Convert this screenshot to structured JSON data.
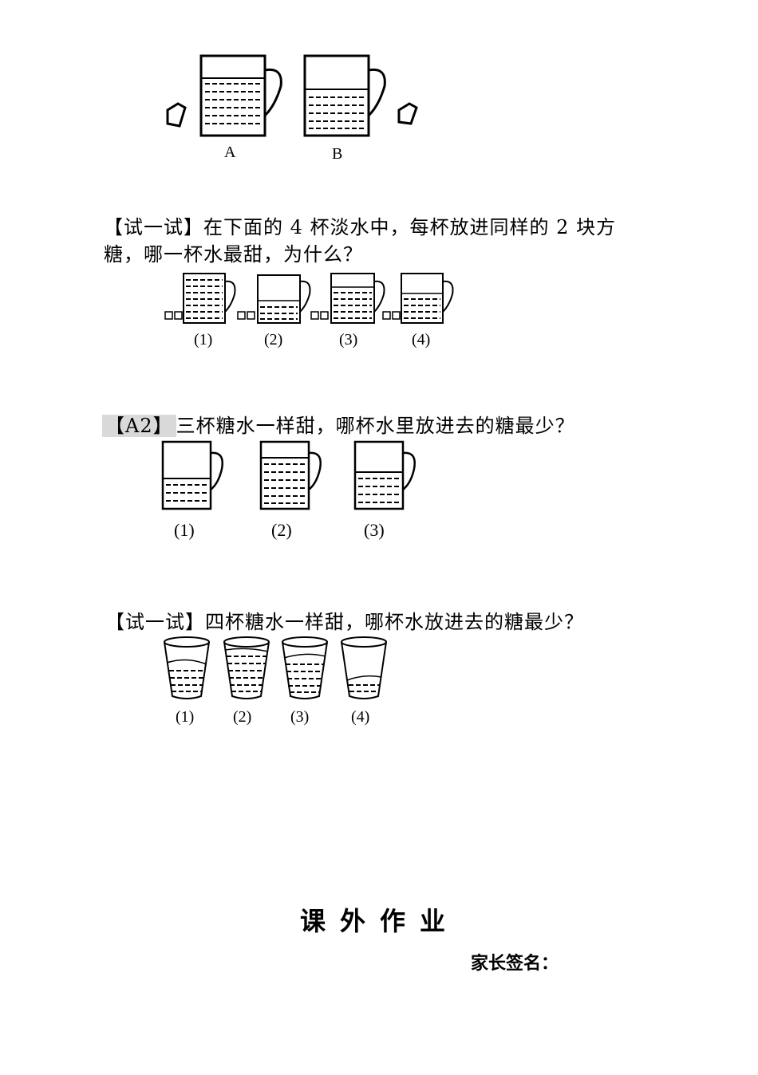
{
  "section_top": {
    "mug_labels": [
      "A",
      "B"
    ]
  },
  "try1": {
    "tag": "【试一试】",
    "text_line1": "在下面的 4 杯淡水中，每杯放进同样的 2 块方",
    "text_line2": "糖，哪一杯水最甜，为什么？",
    "cup_labels": [
      "(1)",
      "(2)",
      "(3)",
      "(4)"
    ]
  },
  "a2": {
    "tag": "【A2】",
    "text": "三杯糖水一样甜，哪杯水里放进去的糖最少？",
    "cup_labels": [
      "(1)",
      "(2)",
      "(3)"
    ]
  },
  "try2": {
    "tag": "【试一试】",
    "text": "四杯糖水一样甜，哪杯水放进去的糖最少？",
    "cup_labels": [
      "(1)",
      "(2)",
      "(3)",
      "(4)"
    ]
  },
  "homework": {
    "title": "课外作业",
    "parent_signature_label": "家长签名："
  }
}
